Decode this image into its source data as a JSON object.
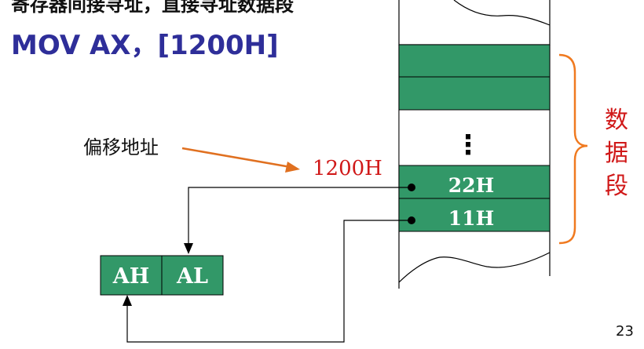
{
  "title_partial": "寄存器间接寻址，直接寻址数据段",
  "instruction": "MOV  AX，[1200H]",
  "offset_label": "偏移地址",
  "address": "1200H",
  "memory": {
    "cells": [
      "",
      "",
      "⋮",
      "22H",
      "11H"
    ]
  },
  "register": {
    "high": "AH",
    "low": "AL"
  },
  "segment_label": [
    "数",
    "据",
    "段"
  ],
  "page_number": "23",
  "colors": {
    "cell_fill": "#329868",
    "register_fill": "#329868",
    "highlight_red": "#d01818",
    "arrow_orange": "#e07020",
    "brace_orange": "#f07a20",
    "title_blue": "#2e2e99"
  }
}
